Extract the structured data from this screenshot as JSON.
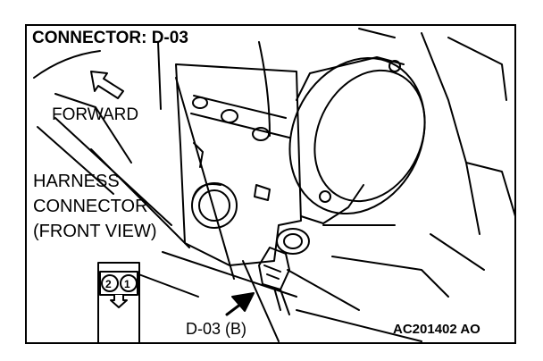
{
  "diagram": {
    "title": "CONNECTOR: D-03",
    "direction_label": "FORWARD",
    "harness_label": [
      "HARNESS",
      "CONNECTOR",
      "(FRONT VIEW)"
    ],
    "connector_ref": "D-03 (B)",
    "figure_code": "AC201402 AO",
    "pins": [
      "2",
      "1"
    ]
  }
}
